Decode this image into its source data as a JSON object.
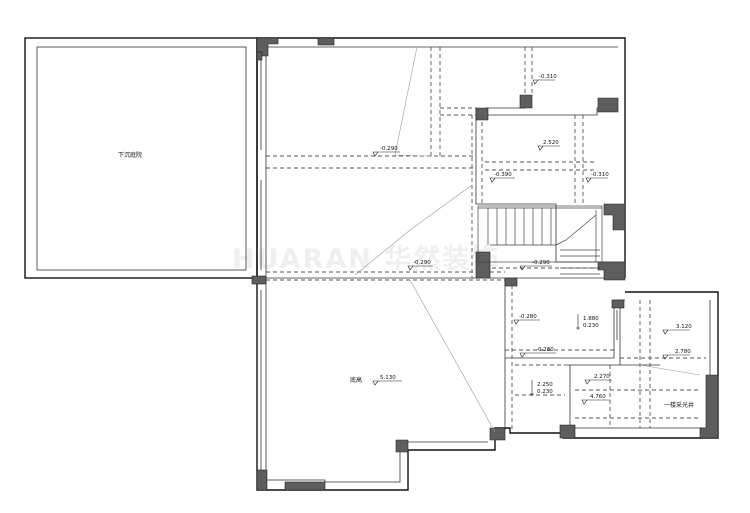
{
  "watermark": "HUARAN 华然装饰",
  "rooms": {
    "sunken_garden": "下沉庭院",
    "pool": "底高",
    "light_well": "一楼采光井"
  },
  "levels": {
    "l1": "-0.310",
    "l2": "-0.290",
    "l3": "2.520",
    "l4": "-0.390",
    "l5": "-0.310",
    "l6": "-0.290",
    "l7": "-0.290",
    "l8": "-0.280",
    "l9": "-0.280",
    "l10": "3.120",
    "l11": "2.780",
    "l12": "2.270",
    "l13": "4.760",
    "l14": "5.130",
    "s1a": "1.880",
    "s1b": "0.230",
    "s2a": "2.250",
    "s2b": "0.230"
  }
}
